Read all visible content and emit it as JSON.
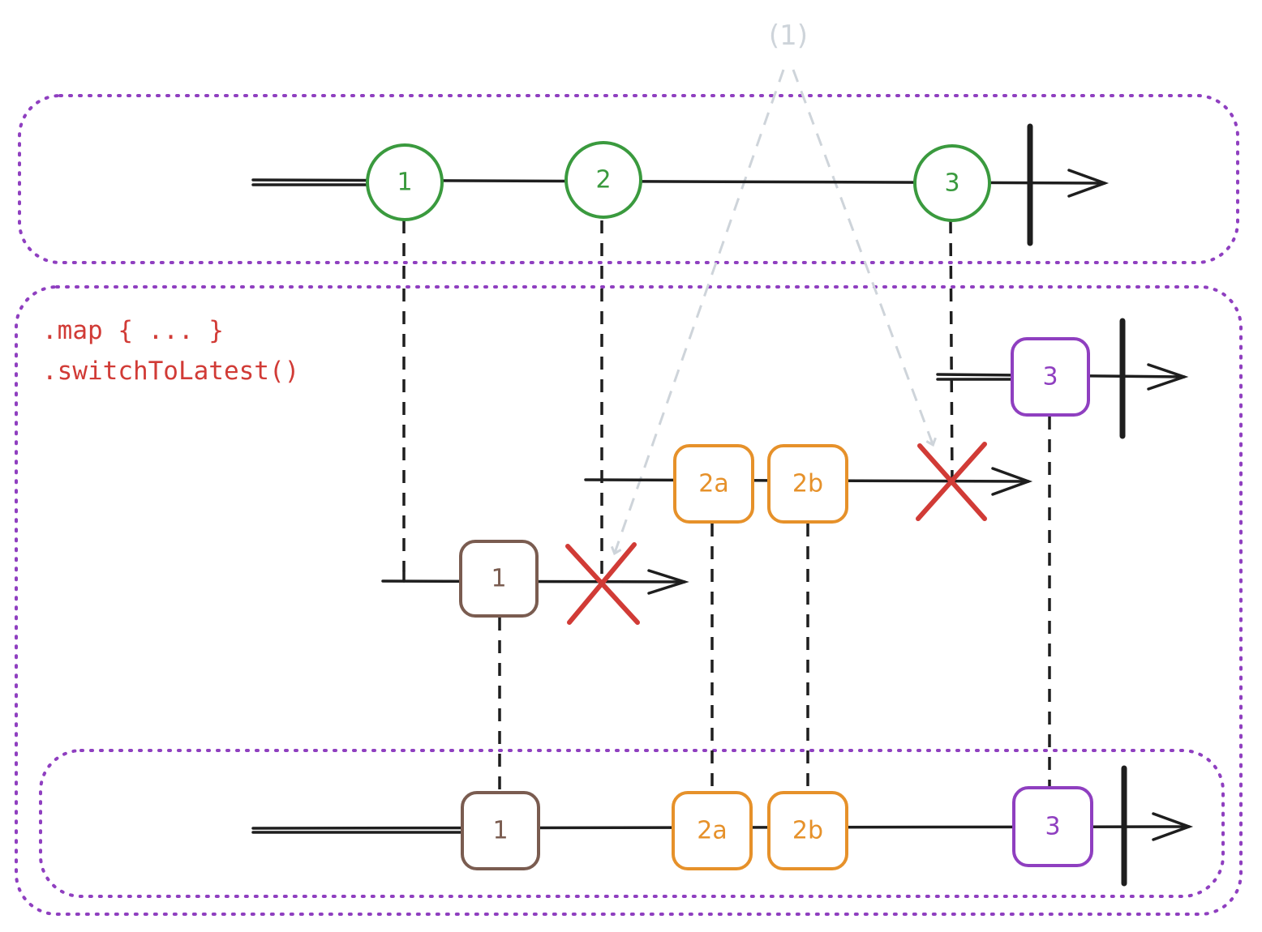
{
  "code": {
    "line1": ".map { ... }",
    "line2": ".switchToLatest()"
  },
  "annotation": {
    "label": "(1)"
  },
  "source": {
    "events": [
      "1",
      "2",
      "3"
    ]
  },
  "inner": {
    "stream1": [
      "1"
    ],
    "stream2": [
      "2a",
      "2b"
    ],
    "stream3": [
      "3"
    ]
  },
  "output": {
    "events": [
      "1",
      "2a",
      "2b",
      "3"
    ]
  },
  "colors": {
    "green": "#3a9a3e",
    "brown": "#7a5c50",
    "orange": "#e6912a",
    "purple": "#8f3fc0",
    "red": "#d13b36",
    "gray": "#ced4da",
    "black": "#1e1e1e"
  }
}
